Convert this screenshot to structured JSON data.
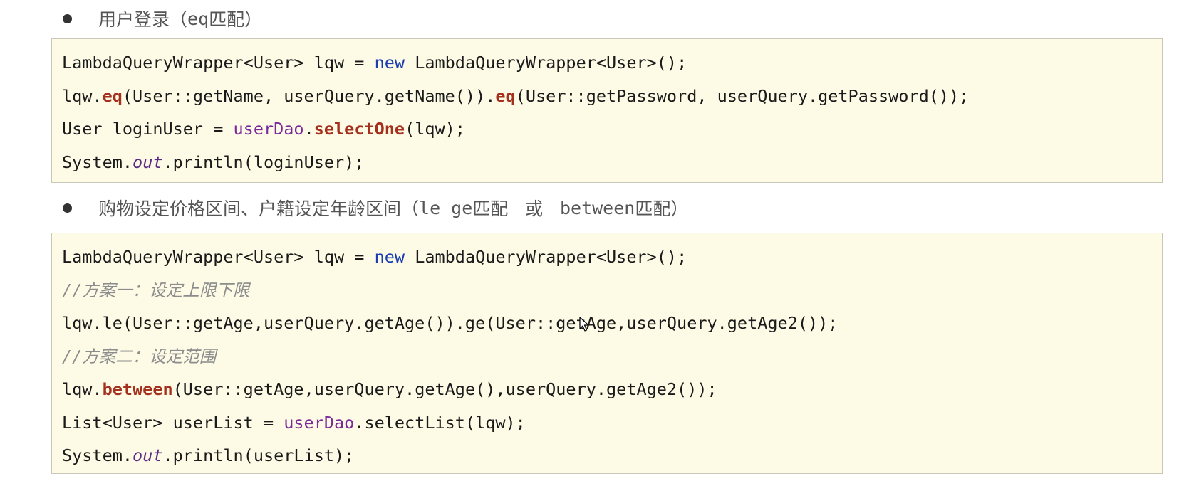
{
  "section1": {
    "heading": "用户登录（",
    "heading_code": "eq",
    "heading_tail": "匹配）",
    "code": [
      [
        {
          "t": "LambdaQueryWrapper<User> lqw = ",
          "c": ""
        },
        {
          "t": "new",
          "c": "kw"
        },
        {
          "t": " LambdaQueryWrapper<User>();",
          "c": ""
        }
      ],
      [
        {
          "t": "lqw.",
          "c": ""
        },
        {
          "t": "eq",
          "c": "fn"
        },
        {
          "t": "(User::getName, userQuery.getName()).",
          "c": ""
        },
        {
          "t": "eq",
          "c": "fn"
        },
        {
          "t": "(User::getPassword, userQuery.getPassword());",
          "c": ""
        }
      ],
      [
        {
          "t": "User loginUser = ",
          "c": ""
        },
        {
          "t": "userDao",
          "c": "fld"
        },
        {
          "t": ".",
          "c": ""
        },
        {
          "t": "selectOne",
          "c": "fn"
        },
        {
          "t": "(lqw);",
          "c": ""
        }
      ],
      [
        {
          "t": "System.",
          "c": ""
        },
        {
          "t": "out",
          "c": "st"
        },
        {
          "t": ".println(loginUser);",
          "c": ""
        }
      ]
    ]
  },
  "section2": {
    "heading": "购物设定价格区间、户籍设定年龄区间（",
    "heading_code": "le ge",
    "heading_mid": "匹配   或   ",
    "heading_code2": "between",
    "heading_tail": "匹配）",
    "code": [
      [
        {
          "t": "LambdaQueryWrapper<User> lqw = ",
          "c": ""
        },
        {
          "t": "new",
          "c": "kw"
        },
        {
          "t": " LambdaQueryWrapper<User>();",
          "c": ""
        }
      ],
      [
        {
          "t": "//方案一：设定上限下限",
          "c": "cm"
        }
      ],
      [
        {
          "t": "lqw.le(User::getAge,userQuery.getAge()).ge(User::getAge,userQuery.getAge2());",
          "c": ""
        }
      ],
      [
        {
          "t": "//方案二：设定范围",
          "c": "cm"
        }
      ],
      [
        {
          "t": "lqw.",
          "c": ""
        },
        {
          "t": "between",
          "c": "fn"
        },
        {
          "t": "(User::getAge,userQuery.getAge(),userQuery.getAge2());",
          "c": ""
        }
      ],
      [
        {
          "t": "List<User> userList = ",
          "c": ""
        },
        {
          "t": "userDao",
          "c": "fld"
        },
        {
          "t": ".selectList(lqw);",
          "c": ""
        }
      ],
      [
        {
          "t": "System.",
          "c": ""
        },
        {
          "t": "out",
          "c": "st"
        },
        {
          "t": ".println(userList);",
          "c": ""
        }
      ]
    ]
  },
  "icons": {
    "cursor": "mouse-pointer-icon"
  }
}
